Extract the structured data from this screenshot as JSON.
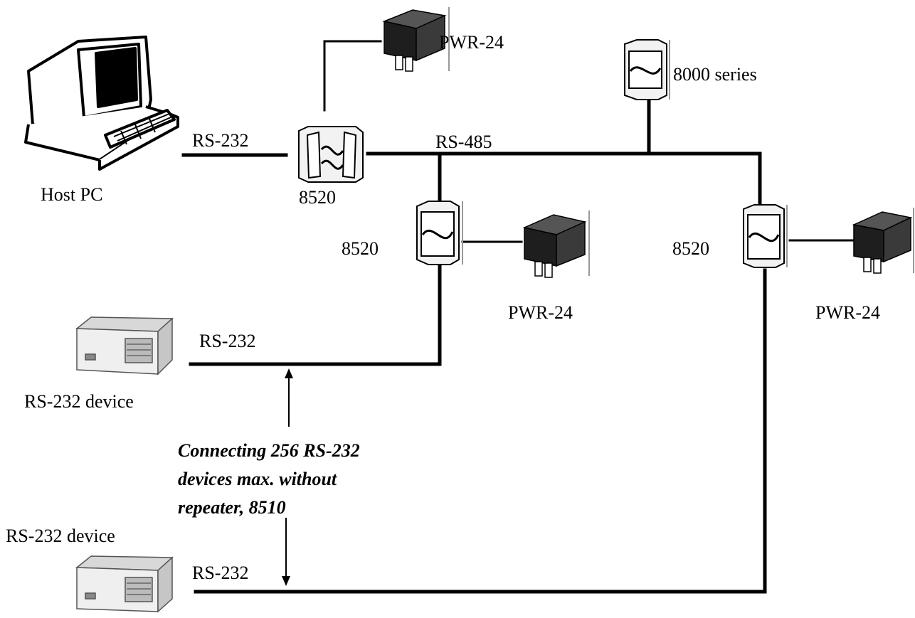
{
  "labels": {
    "host_pc": "Host PC",
    "host_link": "RS-232",
    "rs485_bus": "RS-485",
    "converter_main": "8520",
    "converter_left": "8520",
    "converter_right": "8520",
    "module_top": "8000 series",
    "pwr_top": "PWR-24",
    "pwr_left": "PWR-24",
    "pwr_right": "PWR-24",
    "device_upper": "RS-232 device",
    "device_lower": "RS-232 device",
    "device_upper_link": "RS-232",
    "device_lower_link": "RS-232"
  },
  "note": {
    "line1": "Connecting 256 RS-232",
    "line2": "devices max. without",
    "line3": "repeater, 8510"
  },
  "colors": {
    "line": "#000000",
    "module_fill": "#f2f2f2",
    "supply_dark": "#2a2a2a",
    "supply_mid": "#555555",
    "device_fill": "#e8e8e8"
  }
}
